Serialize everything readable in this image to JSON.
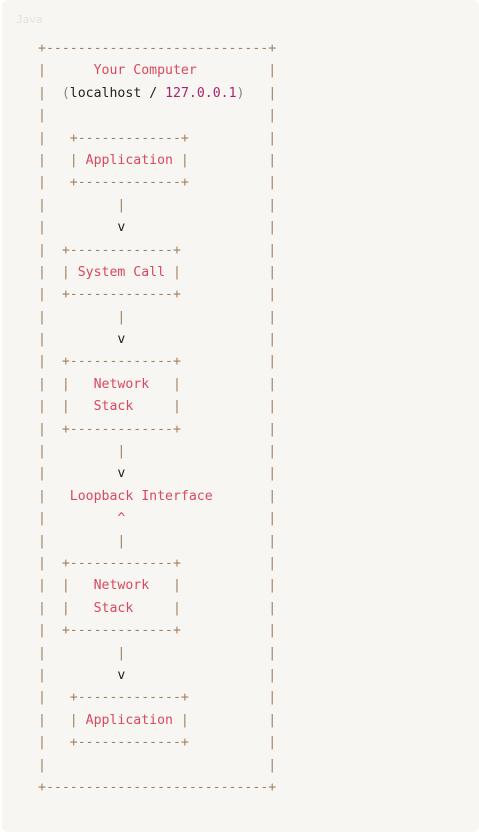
{
  "code_block": {
    "language": "Java",
    "lines": [
      [
        {
          "t": "+----------------------------+",
          "c": "border"
        }
      ],
      [
        {
          "t": "|",
          "c": "border"
        },
        {
          "t": "      Your Computer         ",
          "c": "str"
        },
        {
          "t": "|",
          "c": "border"
        }
      ],
      [
        {
          "t": "|",
          "c": "border"
        },
        {
          "t": "  ",
          "c": "plain"
        },
        {
          "t": "(",
          "c": "punct"
        },
        {
          "t": "localhost / ",
          "c": "plain"
        },
        {
          "t": "127.0.0.1",
          "c": "num"
        },
        {
          "t": ")",
          "c": "punct"
        },
        {
          "t": "   ",
          "c": "plain"
        },
        {
          "t": "|",
          "c": "border"
        }
      ],
      [
        {
          "t": "|                            |",
          "c": "border"
        }
      ],
      [
        {
          "t": "|   +-------------+          |",
          "c": "border"
        }
      ],
      [
        {
          "t": "|   | ",
          "c": "border"
        },
        {
          "t": "Application",
          "c": "str"
        },
        {
          "t": " |          |",
          "c": "border"
        }
      ],
      [
        {
          "t": "|   +-------------+          |",
          "c": "border"
        }
      ],
      [
        {
          "t": "|         |                  |",
          "c": "border"
        }
      ],
      [
        {
          "t": "|",
          "c": "border"
        },
        {
          "t": "         v                  ",
          "c": "plain"
        },
        {
          "t": "|",
          "c": "border"
        }
      ],
      [
        {
          "t": "|  +-------------+           |",
          "c": "border"
        }
      ],
      [
        {
          "t": "|  | ",
          "c": "border"
        },
        {
          "t": "System Call",
          "c": "str"
        },
        {
          "t": " |           |",
          "c": "border"
        }
      ],
      [
        {
          "t": "|  +-------------+           |",
          "c": "border"
        }
      ],
      [
        {
          "t": "|         |                  |",
          "c": "border"
        }
      ],
      [
        {
          "t": "|",
          "c": "border"
        },
        {
          "t": "         v                  ",
          "c": "plain"
        },
        {
          "t": "|",
          "c": "border"
        }
      ],
      [
        {
          "t": "|  +-------------+           |",
          "c": "border"
        }
      ],
      [
        {
          "t": "|  |   ",
          "c": "border"
        },
        {
          "t": "Network",
          "c": "str"
        },
        {
          "t": "   |           |",
          "c": "border"
        }
      ],
      [
        {
          "t": "|  |   ",
          "c": "border"
        },
        {
          "t": "Stack",
          "c": "str"
        },
        {
          "t": "     |           |",
          "c": "border"
        }
      ],
      [
        {
          "t": "|  +-------------+           |",
          "c": "border"
        }
      ],
      [
        {
          "t": "|         |                  |",
          "c": "border"
        }
      ],
      [
        {
          "t": "|",
          "c": "border"
        },
        {
          "t": "         v                  ",
          "c": "plain"
        },
        {
          "t": "|",
          "c": "border"
        }
      ],
      [
        {
          "t": "|",
          "c": "border"
        },
        {
          "t": "   Loopback Interface       ",
          "c": "str"
        },
        {
          "t": "|",
          "c": "border"
        }
      ],
      [
        {
          "t": "|",
          "c": "border"
        },
        {
          "t": "         ^                  ",
          "c": "str"
        },
        {
          "t": "|",
          "c": "border"
        }
      ],
      [
        {
          "t": "|         |                  |",
          "c": "border"
        }
      ],
      [
        {
          "t": "|  +-------------+           |",
          "c": "border"
        }
      ],
      [
        {
          "t": "|  |   ",
          "c": "border"
        },
        {
          "t": "Network",
          "c": "str"
        },
        {
          "t": "   |           |",
          "c": "border"
        }
      ],
      [
        {
          "t": "|  |   ",
          "c": "border"
        },
        {
          "t": "Stack",
          "c": "str"
        },
        {
          "t": "     |           |",
          "c": "border"
        }
      ],
      [
        {
          "t": "|  +-------------+           |",
          "c": "border"
        }
      ],
      [
        {
          "t": "|         |                  |",
          "c": "border"
        }
      ],
      [
        {
          "t": "|",
          "c": "border"
        },
        {
          "t": "         v                  ",
          "c": "plain"
        },
        {
          "t": "|",
          "c": "border"
        }
      ],
      [
        {
          "t": "|   +-------------+          |",
          "c": "border"
        }
      ],
      [
        {
          "t": "|   | ",
          "c": "border"
        },
        {
          "t": "Application",
          "c": "str"
        },
        {
          "t": " |          |",
          "c": "border"
        }
      ],
      [
        {
          "t": "|   +-------------+          |",
          "c": "border"
        }
      ],
      [
        {
          "t": "|                            |",
          "c": "border"
        }
      ],
      [
        {
          "t": "+----------------------------+",
          "c": "border"
        }
      ]
    ]
  }
}
